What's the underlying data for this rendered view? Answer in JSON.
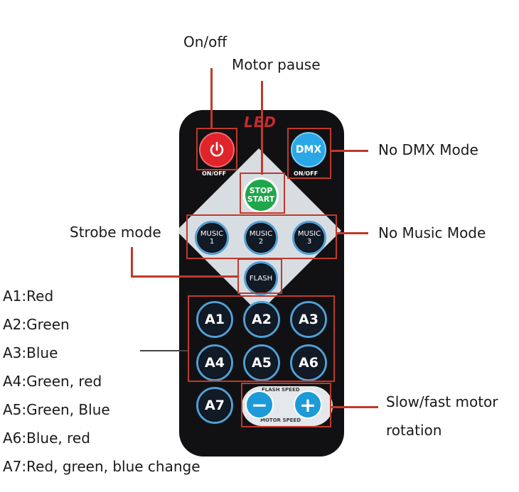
{
  "remote": {
    "brand": "LED",
    "power_button": {
      "caption": "ON/OFF"
    },
    "dmx_button": {
      "label": "DMX",
      "caption": "ON/OFF"
    },
    "stop_start_button": {
      "line1": "STOP",
      "line2": "START"
    },
    "music_buttons": [
      {
        "line1": "MUSIC",
        "line2": "1"
      },
      {
        "line1": "MUSIC",
        "line2": "2"
      },
      {
        "line1": "MUSIC",
        "line2": "3"
      }
    ],
    "flash_button": {
      "label": "FLASH"
    },
    "color_buttons": [
      "A1",
      "A2",
      "A3",
      "A4",
      "A5",
      "A6",
      "A7"
    ],
    "speed_pad": {
      "top_label": "FLASH SPEED",
      "bottom_label": "MOTOR SPEED",
      "minus": "−",
      "plus": "+"
    }
  },
  "callouts": {
    "on_off": "On/off",
    "motor_pause": "Motor pause",
    "no_dmx_mode": "No DMX Mode",
    "strobe_mode": "Strobe mode",
    "no_music_mode": "No Music Mode",
    "slow_fast_line1": "Slow/fast motor",
    "slow_fast_line2": "rotation"
  },
  "legend": [
    "A1:Red",
    "A2:Green",
    "A3:Blue",
    "A4:Green, red",
    "A5:Green, Blue",
    "A6:Blue, red",
    "A7:Red, green, blue change"
  ],
  "colors": {
    "callout_line": "#c0392b",
    "remote_body": "#111113",
    "power_red": "#e0242a",
    "dmx_blue": "#2aa7e6",
    "stop_green": "#1fa64a",
    "button_ring": "#4f9fd6",
    "brand_red": "#d3262c"
  }
}
